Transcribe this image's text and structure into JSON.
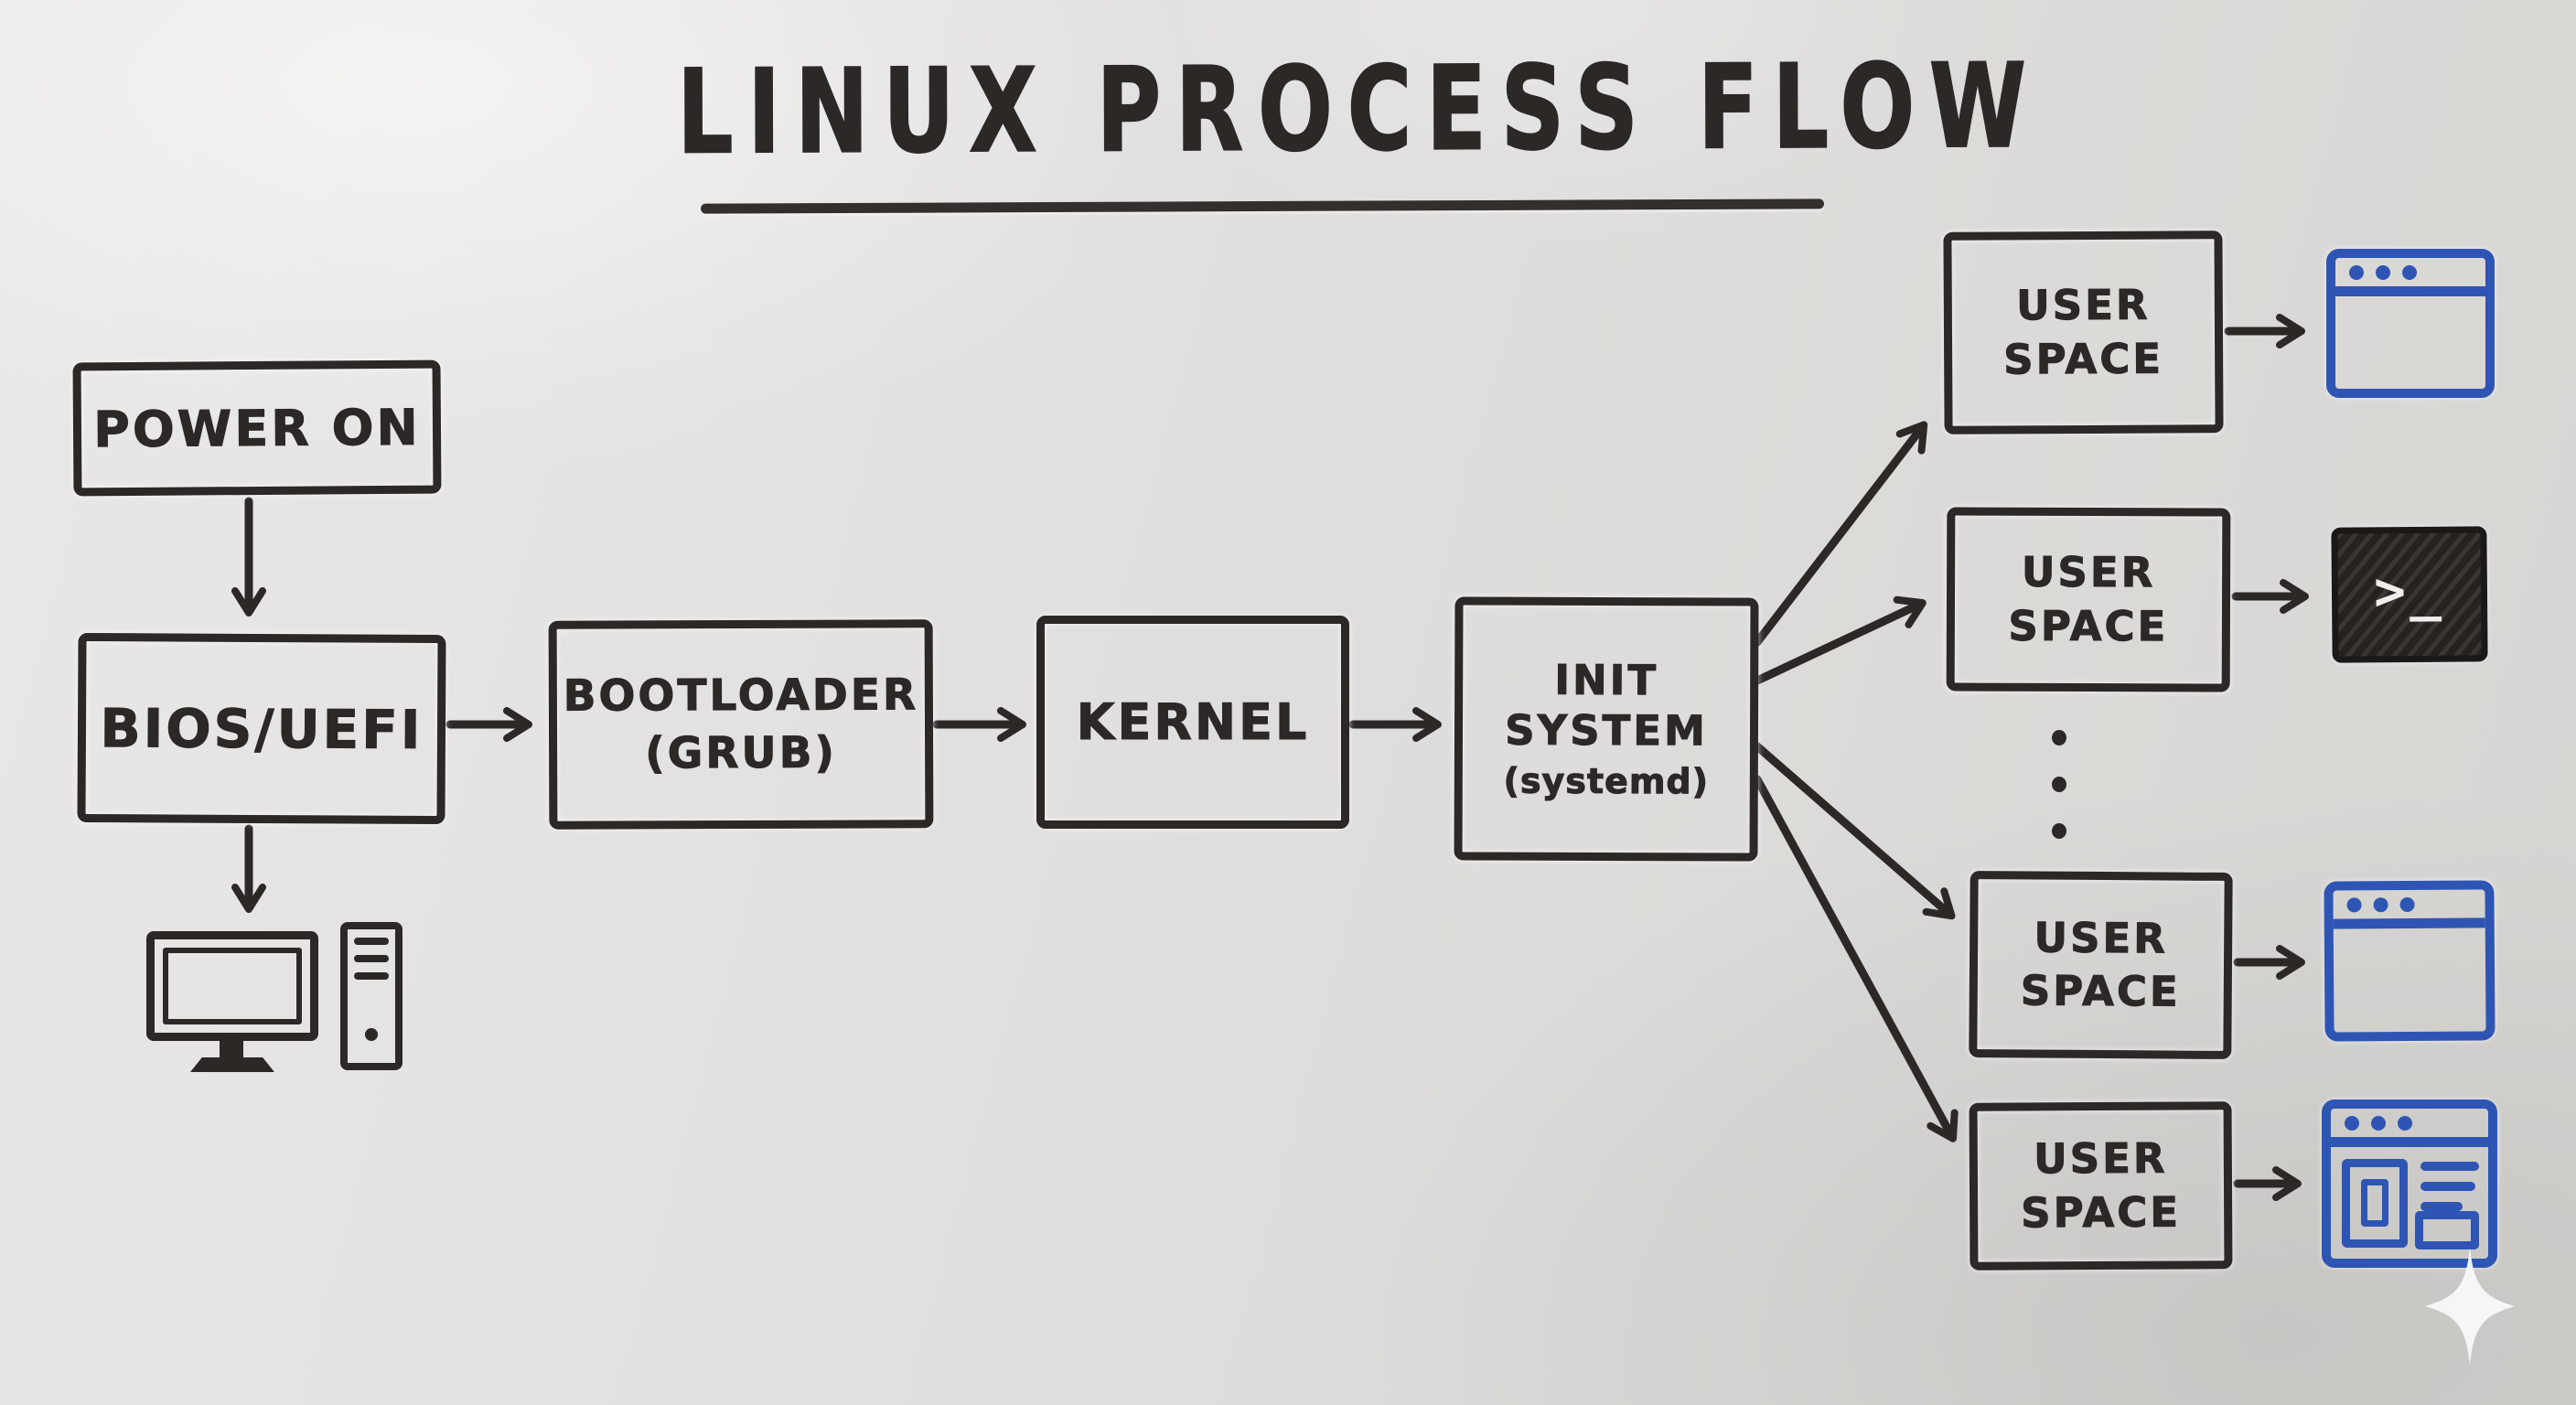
{
  "board": {
    "title": "LINUX PROCESS FLOW",
    "surface": "whiteboard"
  },
  "nodes": {
    "power_on": {
      "label": "POWER ON"
    },
    "bios_uefi": {
      "label": "BIOS/UEFI"
    },
    "bootloader": {
      "line1": "BOOTLOADER",
      "line2": "(GRUB)"
    },
    "kernel": {
      "label": "KERNEL"
    },
    "init_system": {
      "line1": "INIT",
      "line2": "SYSTEM",
      "line3": "(systemd)"
    },
    "user_space": {
      "line1": "USER",
      "line2": "SPACE",
      "count": 4
    }
  },
  "edges": [
    {
      "from": "power_on",
      "to": "bios_uefi"
    },
    {
      "from": "bios_uefi",
      "to": "bootloader"
    },
    {
      "from": "bios_uefi",
      "to": "desktop-computer-icon"
    },
    {
      "from": "bootloader",
      "to": "kernel"
    },
    {
      "from": "kernel",
      "to": "init_system"
    },
    {
      "from": "init_system",
      "to": "user_space_1"
    },
    {
      "from": "init_system",
      "to": "user_space_2"
    },
    {
      "from": "init_system",
      "to": "user_space_3"
    },
    {
      "from": "init_system",
      "to": "user_space_4"
    },
    {
      "from": "user_space_1",
      "to": "browser-window-icon"
    },
    {
      "from": "user_space_2",
      "to": "terminal-icon"
    },
    {
      "from": "user_space_3",
      "to": "browser-window-icon"
    },
    {
      "from": "user_space_4",
      "to": "app-window-icon"
    }
  ],
  "ellipsis": {
    "dots": 3
  },
  "icons": {
    "desktop_computer": "monitor-and-tower",
    "browser_window": "blue-browser-window",
    "terminal": {
      "glyph": ">_"
    },
    "app_window": "blue-app-window-with-content",
    "sparkle": "four-point-star-watermark"
  },
  "colors": {
    "marker": "#2b2826",
    "accent_blue": "#2f55b4",
    "board_light": "#e9e8e6",
    "board_dark": "#d6d5d2",
    "terminal_bg": "#26221f",
    "glyph_white": "#efeeec"
  }
}
